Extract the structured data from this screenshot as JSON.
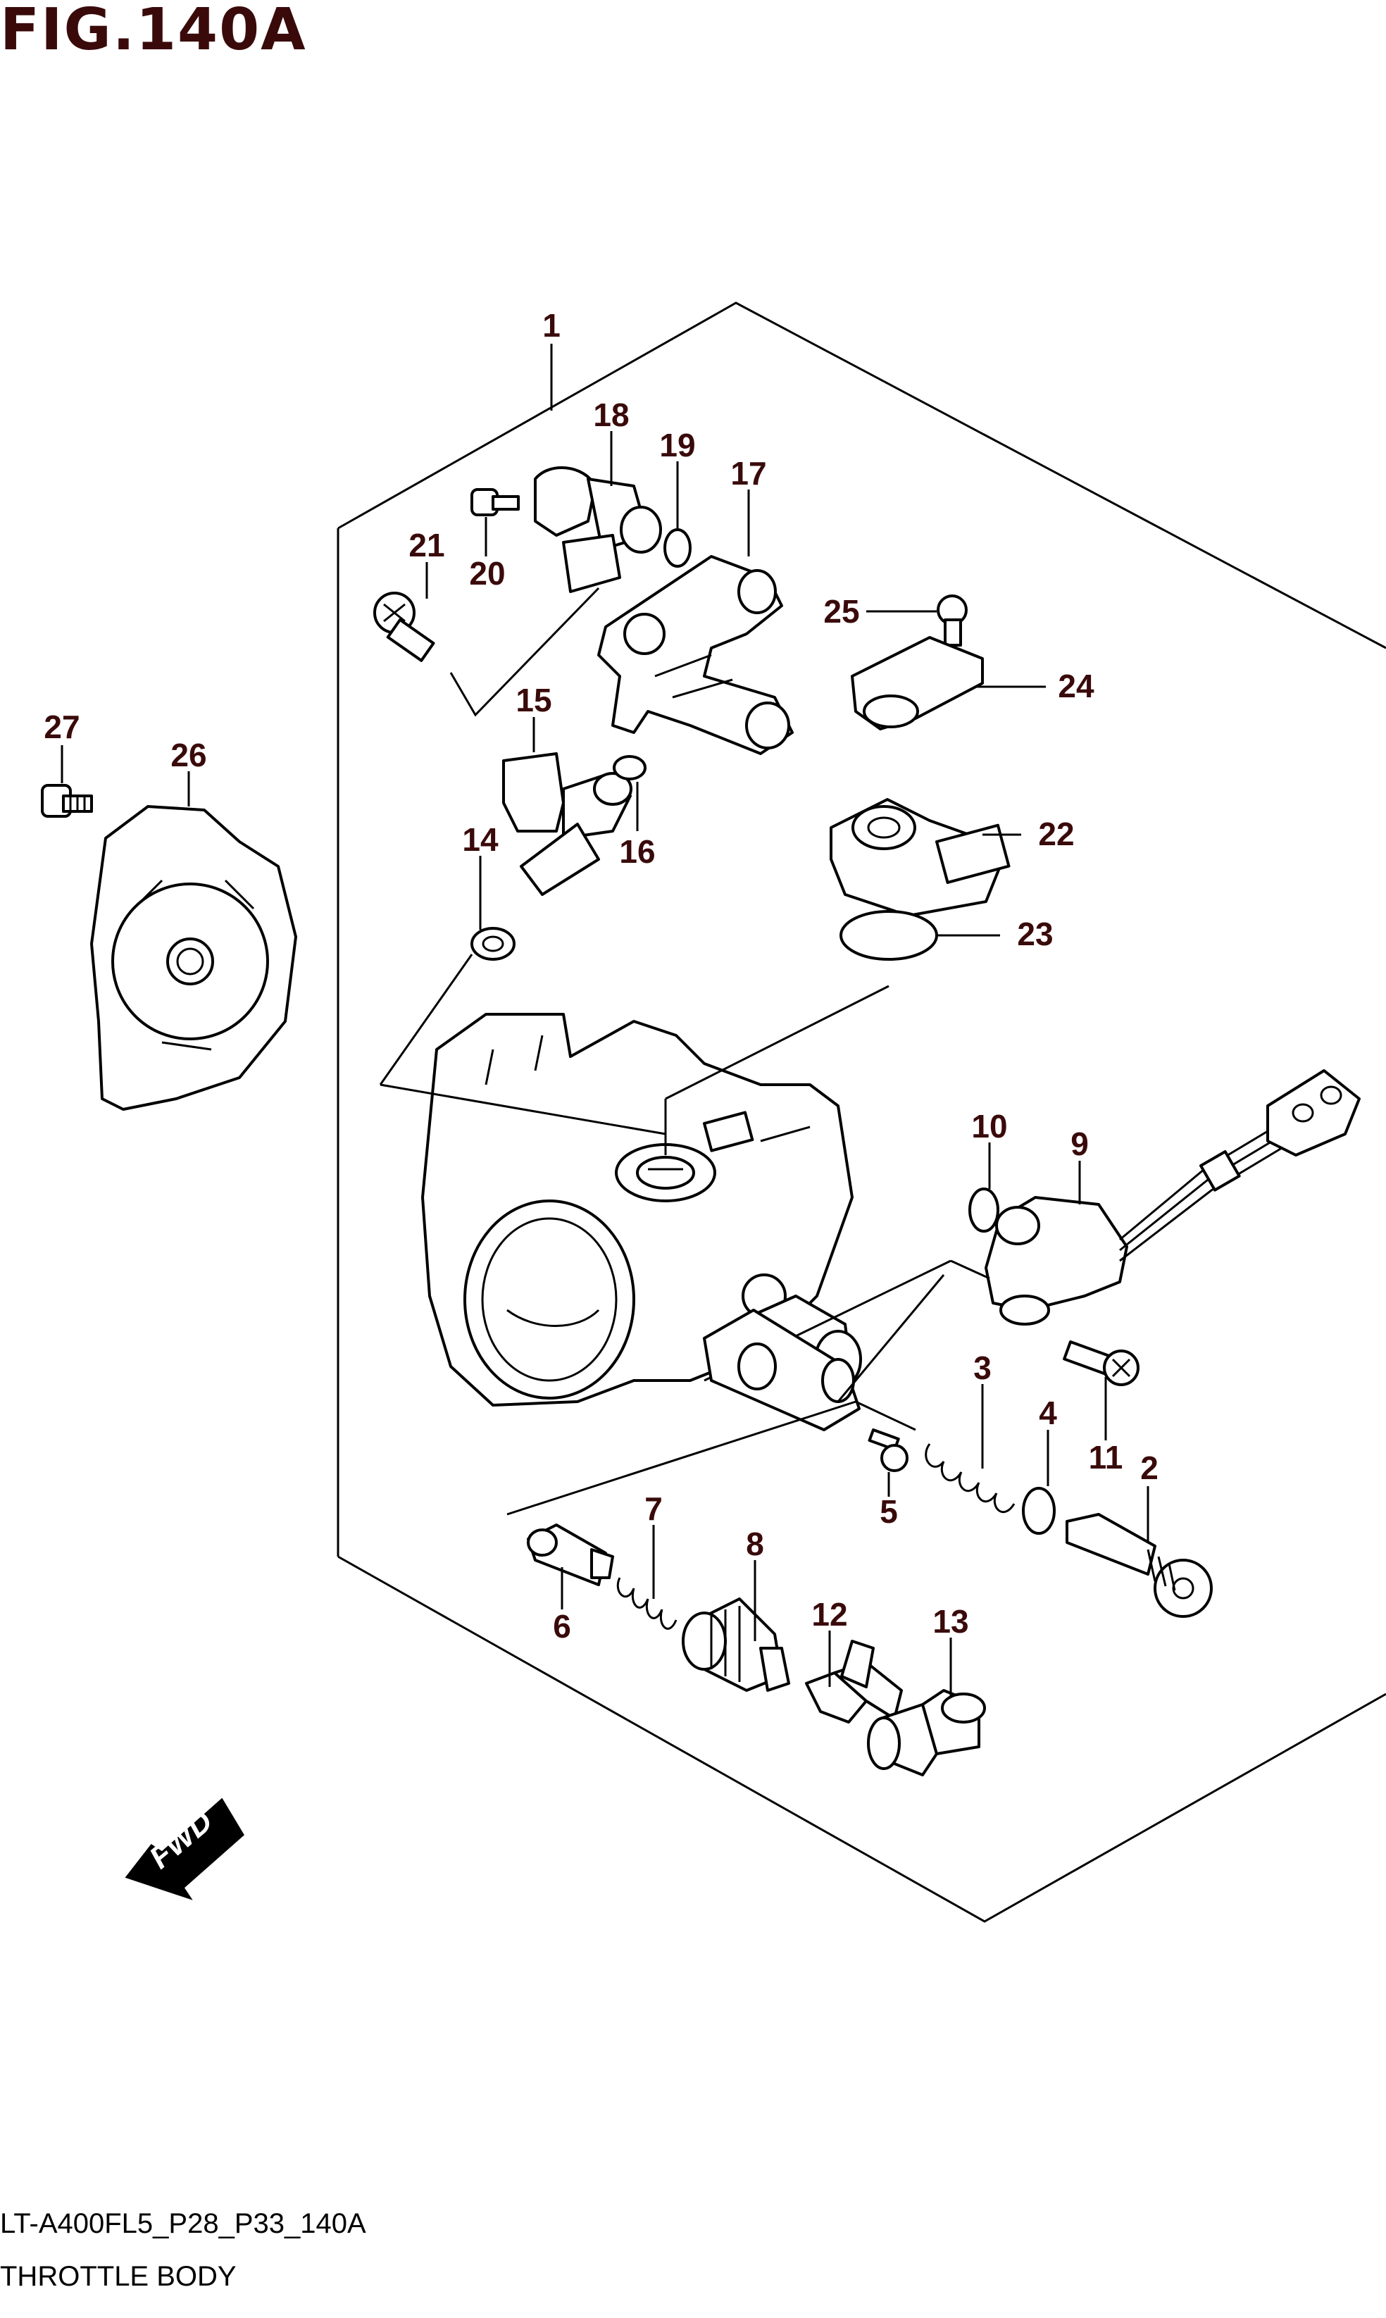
{
  "figure": {
    "title": "FIG.140A",
    "code": "LT-A400FL5_P28_P33_140A",
    "name": "THROTTLE BODY"
  },
  "direction_badge": "FWD",
  "callouts": [
    "1",
    "2",
    "3",
    "4",
    "5",
    "6",
    "7",
    "8",
    "9",
    "10",
    "11",
    "12",
    "13",
    "14",
    "15",
    "16",
    "17",
    "18",
    "19",
    "20",
    "21",
    "22",
    "23",
    "24",
    "25",
    "26",
    "27"
  ]
}
